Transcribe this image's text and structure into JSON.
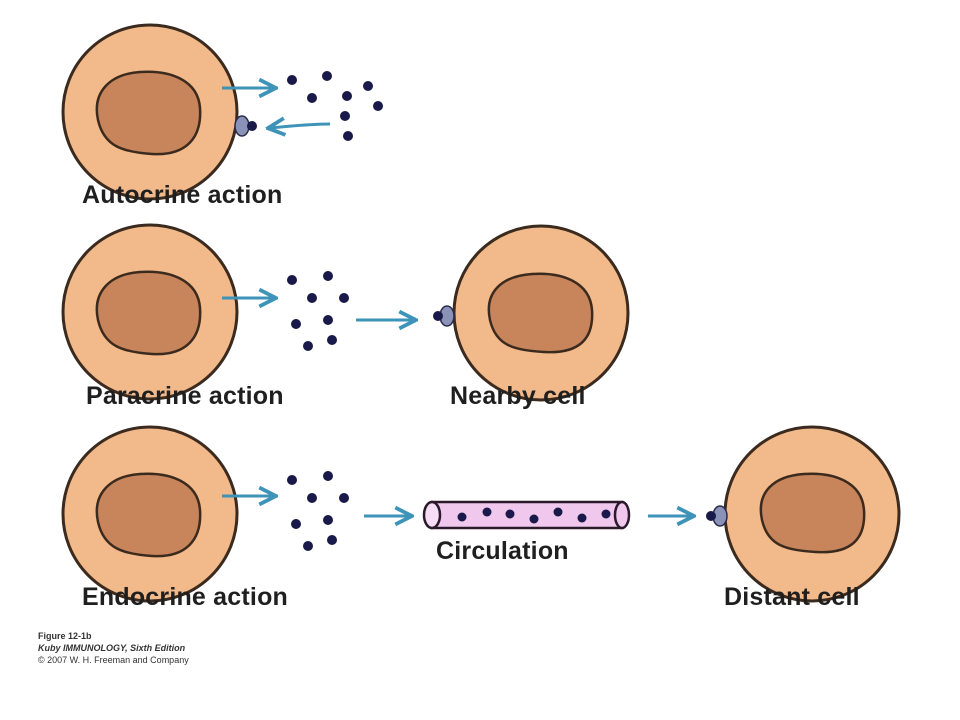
{
  "labels": {
    "autocrine": "Autocrine action",
    "paracrine": "Paracrine action",
    "nearby": "Nearby cell",
    "endocrine": "Endocrine action",
    "circulation": "Circulation",
    "distant": "Distant cell"
  },
  "credit": {
    "figure": "Figure 12-1b",
    "book": "Kuby IMMUNOLOGY, Sixth Edition",
    "copyright": "© 2007 W. H. Freeman and Company"
  },
  "colors": {
    "cell_fill": "#f2b98a",
    "nucleus_fill": "#c8845a",
    "outline": "#3b2a1e",
    "arrow": "#3e93b8",
    "molecule": "#1a1a4a",
    "vessel_fill": "#f0c8ee",
    "receptor": "#8a92b8"
  }
}
